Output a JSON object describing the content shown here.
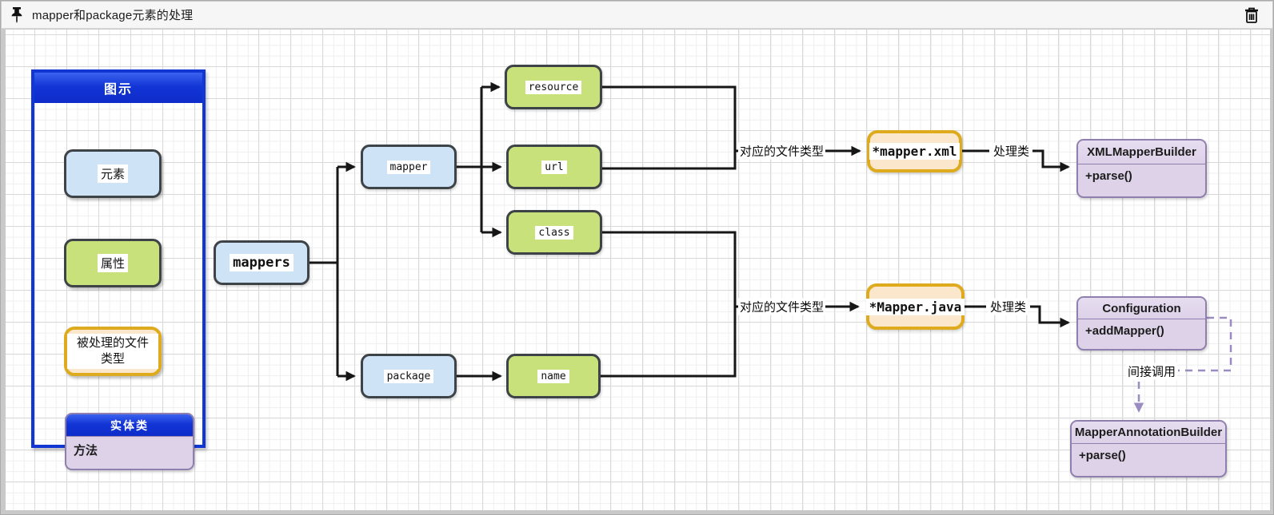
{
  "window": {
    "title": "mapper和package元素的处理",
    "icons": {
      "left": "pushpin-icon",
      "right": "trash-icon"
    }
  },
  "legend": {
    "title": "图示",
    "items": [
      {
        "label": "元素",
        "type": "element"
      },
      {
        "label": "属性",
        "type": "attribute"
      },
      {
        "label": "被处理的文件类型",
        "type": "processed-file-type"
      },
      {
        "header": "实体类",
        "body": "方法",
        "type": "entity-class"
      }
    ]
  },
  "diagram": {
    "nodes": {
      "mappers": "mappers",
      "mapper": "mapper",
      "package": "package",
      "resource": "resource",
      "url": "url",
      "class": "class",
      "name": "name",
      "mapper_xml": "*mapper.xml",
      "mapper_java": "*Mapper.java"
    },
    "labels": {
      "file_type_1": "对应的文件类型",
      "handler_1": "处理类",
      "file_type_2": "对应的文件类型",
      "handler_2": "处理类",
      "indirect_call": "间接调用"
    },
    "classes": [
      {
        "name": "XMLMapperBuilder",
        "method": "+parse()"
      },
      {
        "name": "Configuration",
        "method": "+addMapper()"
      },
      {
        "name": "MapperAnnotationBuilder",
        "method": "+parse()"
      }
    ]
  },
  "colors": {
    "element_fill": "#cfe3f7",
    "attribute_fill": "#c8e17a",
    "file_type_fill": "#fbe7cc",
    "file_type_border": "#ddab1d",
    "entity_fill": "#ddd2e8",
    "entity_border": "#8f7fae",
    "legend_border": "#1136d4",
    "wire": "#161616",
    "dashed_wire": "#9a8cc0"
  }
}
